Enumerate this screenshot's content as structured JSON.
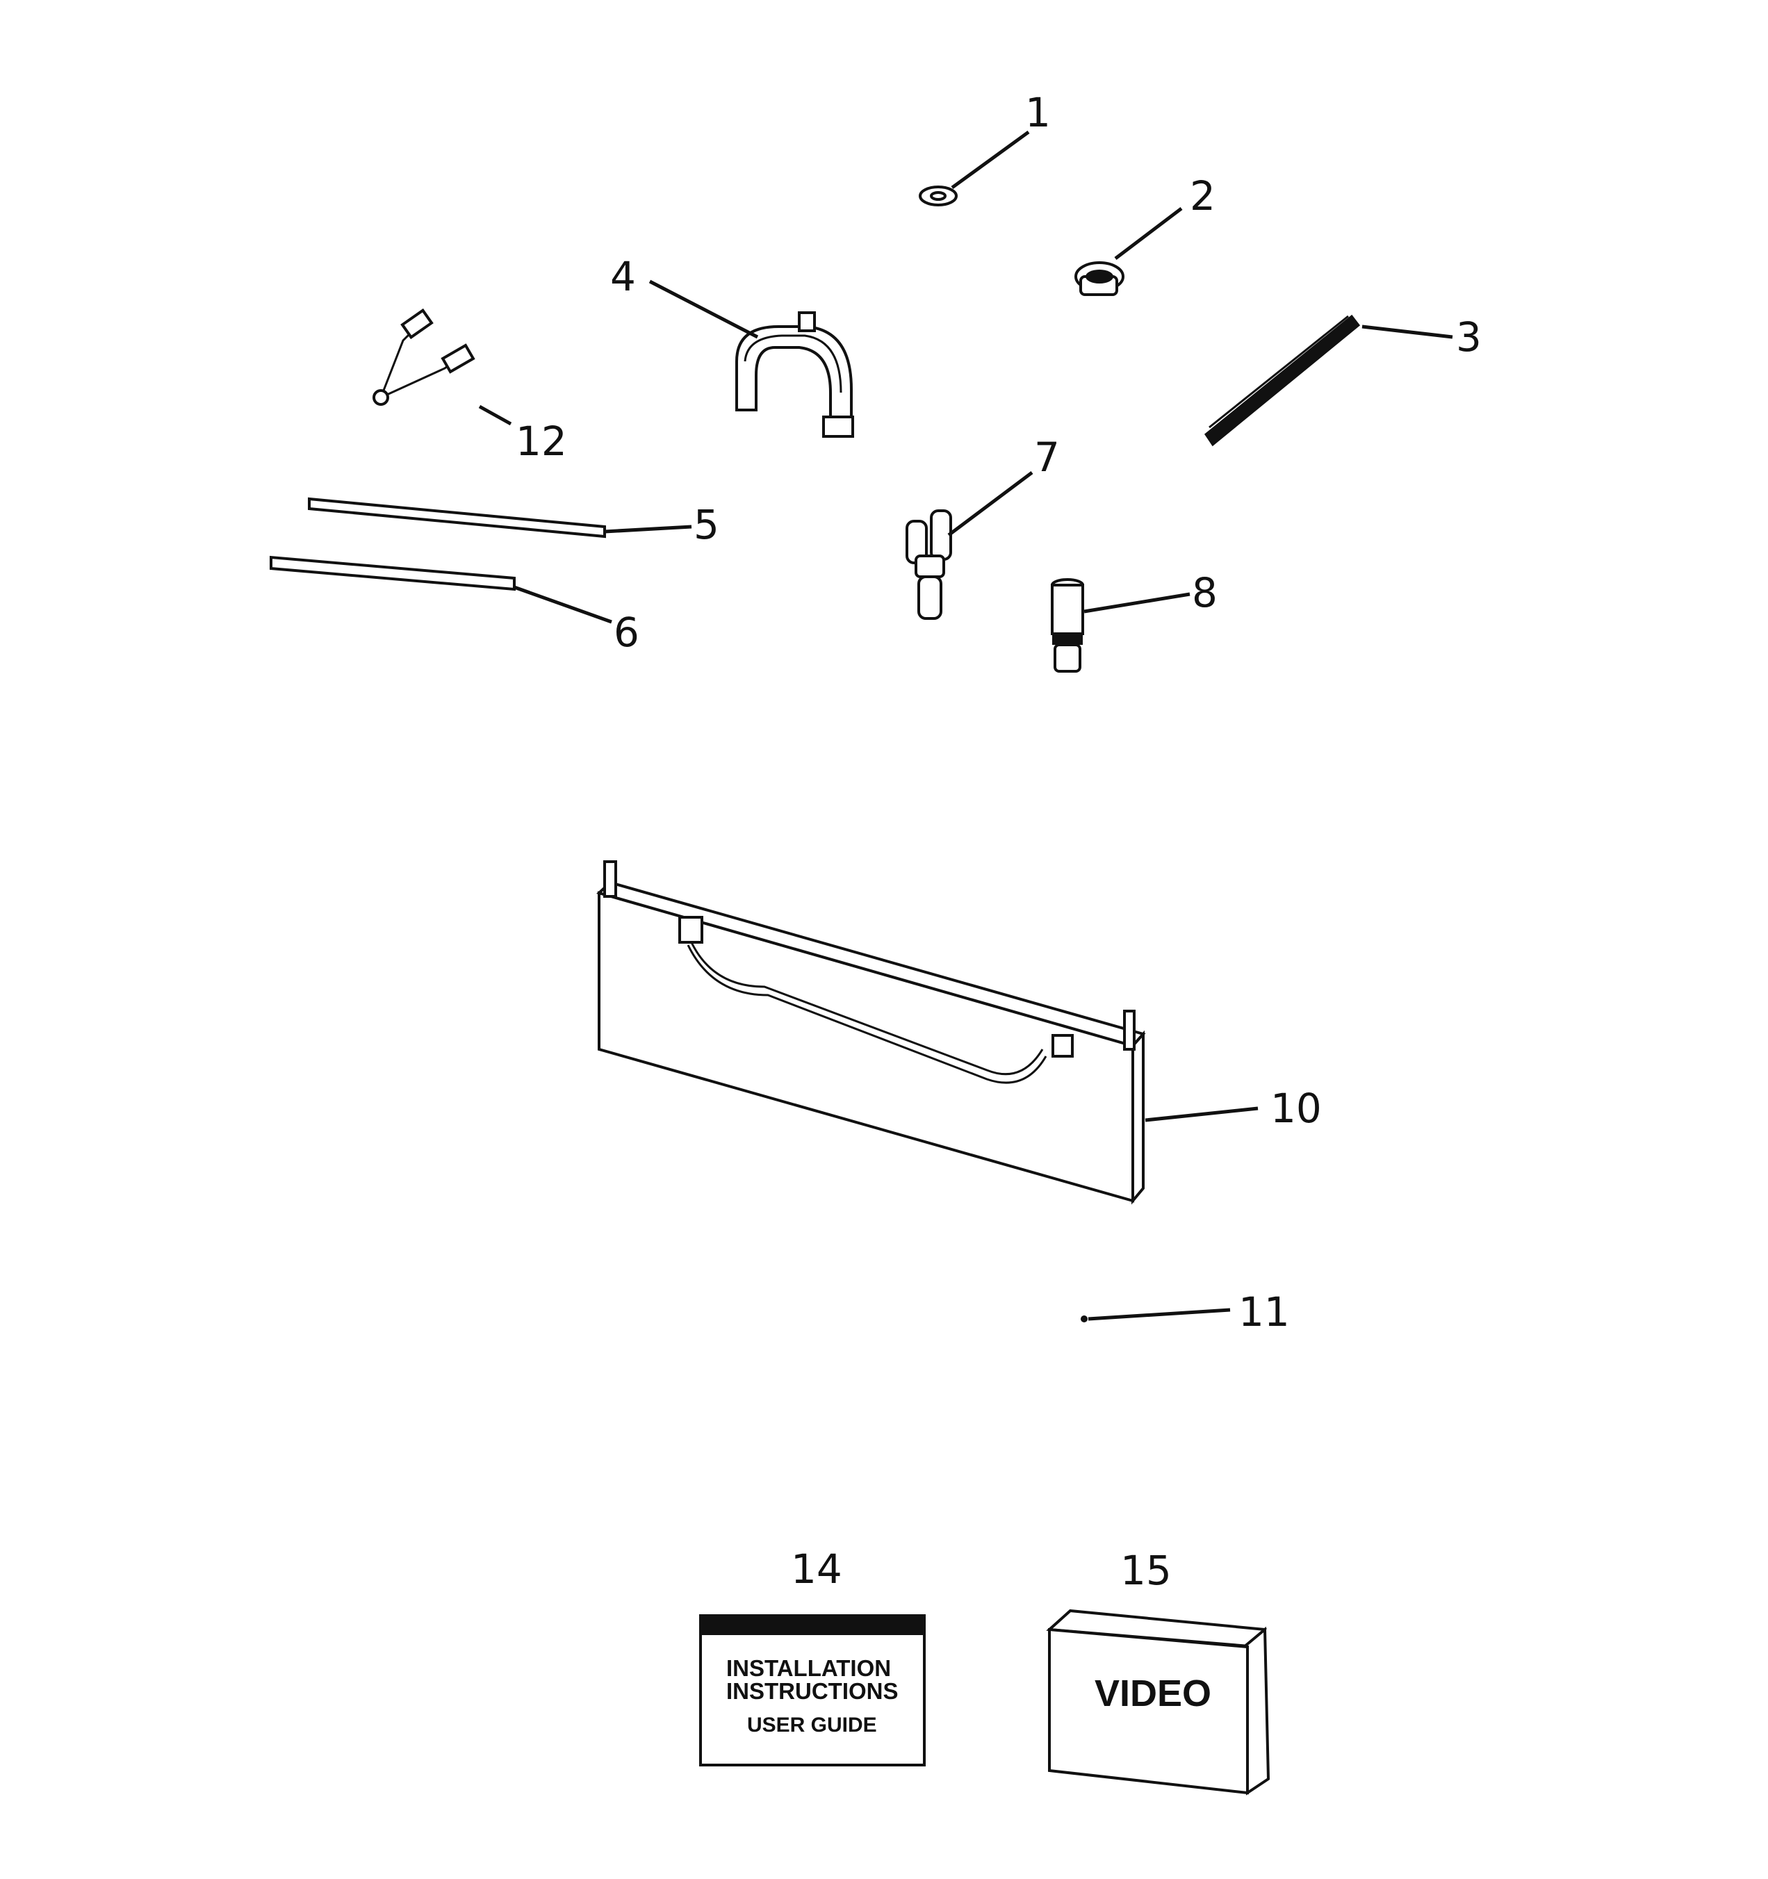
{
  "callouts": {
    "c1": "1",
    "c2": "2",
    "c3": "3",
    "c4": "4",
    "c5": "5",
    "c6": "6",
    "c7": "7",
    "c8": "8",
    "c10": "10",
    "c11": "11",
    "c12": "12",
    "c14": "14",
    "c15": "15"
  },
  "manual_cover": {
    "line1": "INSTALLATION",
    "line2": "INSTRUCTIONS",
    "line3": "USER GUIDE"
  },
  "video_cover": {
    "label": "VIDEO"
  }
}
